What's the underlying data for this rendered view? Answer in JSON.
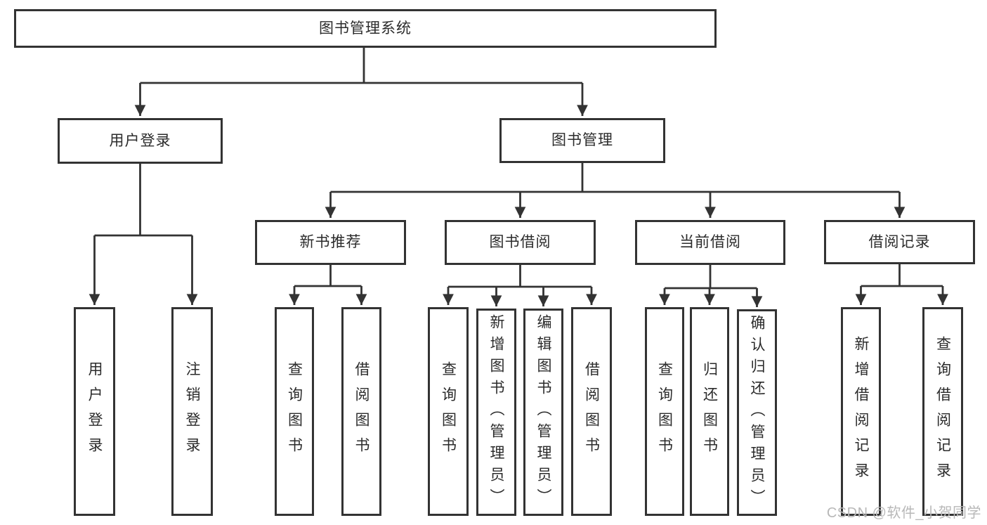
{
  "page": {
    "background": "#ffffff"
  },
  "diagram": {
    "type": "tree",
    "root": {
      "label": "图书管理系统"
    },
    "branches": {
      "user_login": {
        "label": "用户登录",
        "children": [
          {
            "label": "用户登录"
          },
          {
            "label": "注销登录"
          }
        ]
      },
      "book_management": {
        "label": "图书管理",
        "sections": [
          {
            "label": "新书推荐",
            "children": [
              {
                "label": "查询图书"
              },
              {
                "label": "借阅图书"
              }
            ]
          },
          {
            "label": "图书借阅",
            "children": [
              {
                "label": "查询图书"
              },
              {
                "label": "新增图书（管理员）"
              },
              {
                "label": "编辑图书（管理员）"
              },
              {
                "label": "借阅图书"
              }
            ]
          },
          {
            "label": "当前借阅",
            "children": [
              {
                "label": "查询图书"
              },
              {
                "label": "归还图书"
              },
              {
                "label": "确认归还（管理员）"
              }
            ]
          },
          {
            "label": "借阅记录",
            "children": [
              {
                "label": "新增借阅记录"
              },
              {
                "label": "查询借阅记录"
              }
            ]
          }
        ]
      }
    }
  },
  "watermark": {
    "text": "CSDN @软件_小贺同学",
    "color": "#b8b8b8"
  },
  "colors": {
    "box_border": "#333333",
    "connector_line": "#333333",
    "text": "#2b2b2b",
    "box_fill": "#ffffff"
  }
}
